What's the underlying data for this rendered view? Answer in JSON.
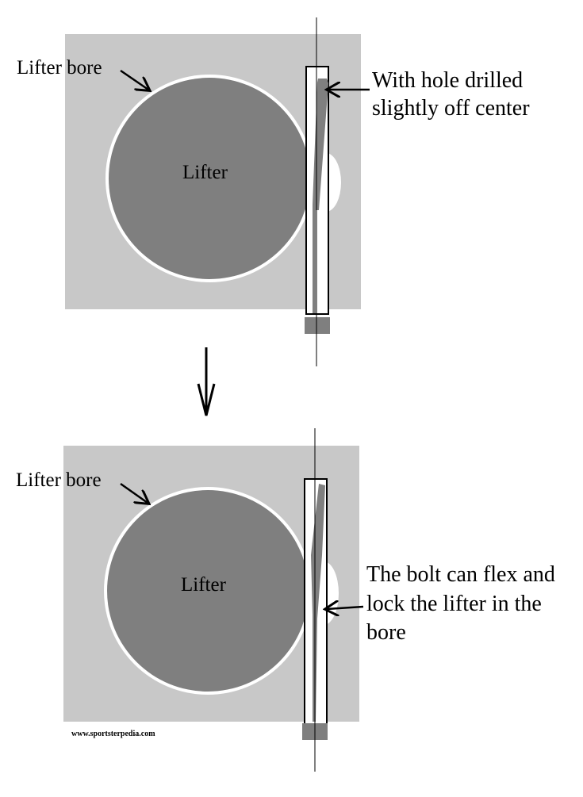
{
  "top_panel": {
    "bore_label": "Lifter bore",
    "lifter_label": "Lifter",
    "annotation_lines": [
      "With hole drilled",
      "slightly off center"
    ]
  },
  "bottom_panel": {
    "bore_label": "Lifter bore",
    "lifter_label": "Lifter",
    "annotation_lines": [
      "The bolt can flex and",
      "lock the lifter in the",
      "bore"
    ]
  },
  "watermark": "www.sportsterpedia.com",
  "colors": {
    "block": "#c8c8c8",
    "lifter": "#7f7f7f",
    "bore_outline": "#ffffff",
    "bolt": "#7f7f7f",
    "line": "#000000"
  }
}
